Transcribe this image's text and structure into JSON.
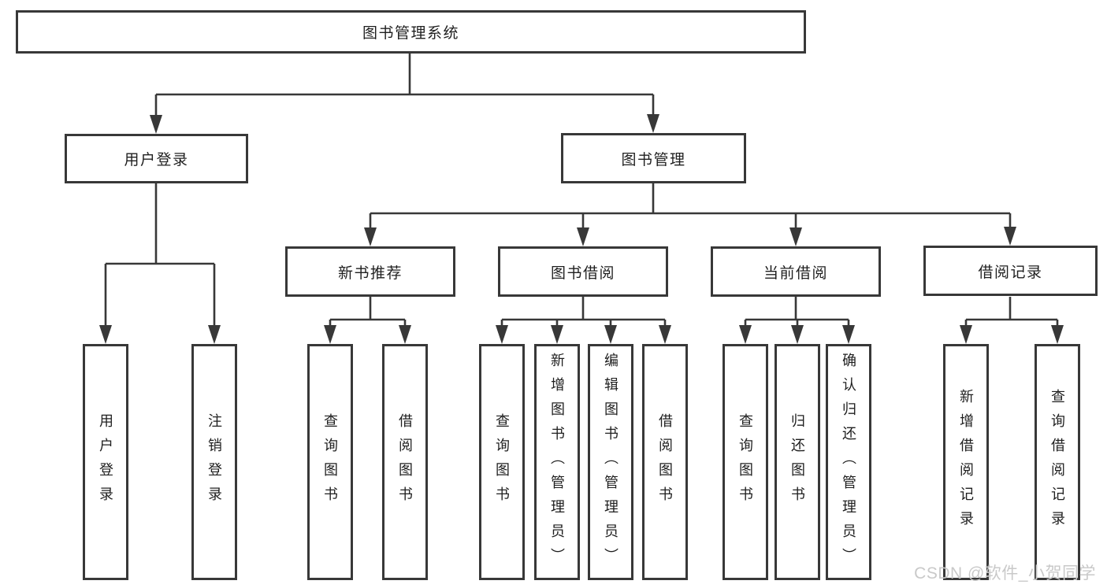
{
  "diagram": {
    "watermark": "CSDN @软件_小贺同学",
    "colors": {
      "line": "#383838",
      "box_border": "#383838",
      "text": "#1f1f1f",
      "watermark": "#c9c9c9",
      "background": "#ffffff"
    },
    "tree": {
      "label": "图书管理系统",
      "children": [
        {
          "label": "用户登录",
          "children": [
            {
              "label": "用户登录"
            },
            {
              "label": "注销登录"
            }
          ]
        },
        {
          "label": "图书管理",
          "children": [
            {
              "label": "新书推荐",
              "children": [
                {
                  "label": "查询图书"
                },
                {
                  "label": "借阅图书"
                }
              ]
            },
            {
              "label": "图书借阅",
              "children": [
                {
                  "label": "查询图书"
                },
                {
                  "label": "新增图书（管理员）"
                },
                {
                  "label": "编辑图书（管理员）"
                },
                {
                  "label": "借阅图书"
                }
              ]
            },
            {
              "label": "当前借阅",
              "children": [
                {
                  "label": "查询图书"
                },
                {
                  "label": "归还图书"
                },
                {
                  "label": "确认归还（管理员）"
                }
              ]
            },
            {
              "label": "借阅记录",
              "children": [
                {
                  "label": "新增借阅记录"
                },
                {
                  "label": "查询借阅记录"
                }
              ]
            }
          ]
        }
      ]
    }
  }
}
